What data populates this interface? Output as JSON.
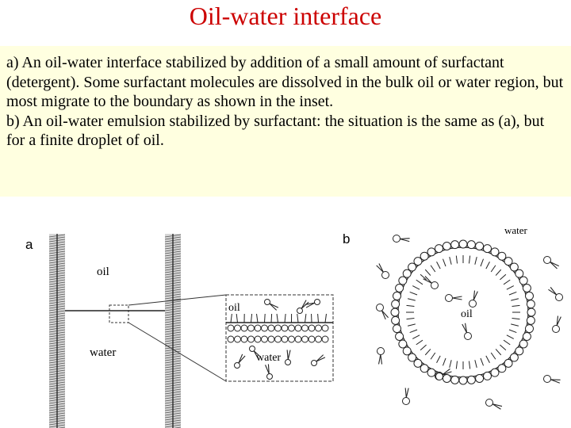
{
  "slide": {
    "title": "Oil-water interface",
    "paragraph_a": "a) An oil-water interface stabilized by addition of a small amount of surfactant (detergent). Some surfactant molecules are dissolved in the bulk oil or water region, but most migrate to the boundary as shown in the inset.",
    "paragraph_b": "b) An oil-water emulsion stabilized by surfactant: the situation is the same as (a), but for a finite droplet of oil."
  },
  "figure_a": {
    "panel_label": "a",
    "oil_label": "oil",
    "water_label": "water",
    "inset_oil_label": "oil",
    "inset_water_label": "water"
  },
  "figure_b": {
    "panel_label": "b",
    "water_label": "water",
    "oil_label": "oil"
  },
  "colors": {
    "title": "#cc0000",
    "text_background": "#ffffe0"
  }
}
